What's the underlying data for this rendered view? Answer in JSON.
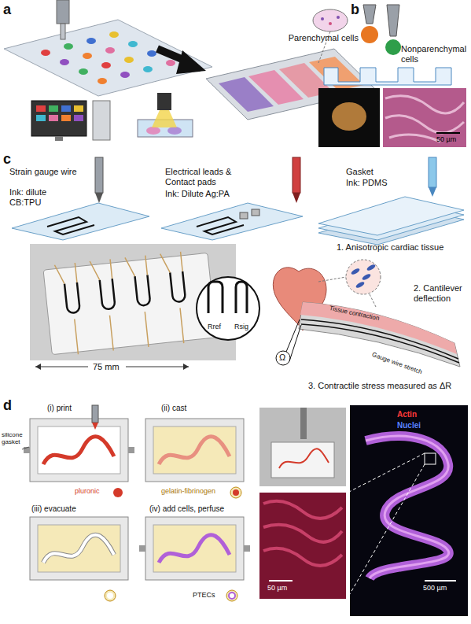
{
  "diagram": {
    "labels": [
      "a",
      "b",
      "Parenchymal cells",
      "Nonparenchymal cells",
      "50 µm",
      "c",
      "Strain gauge wire",
      "Ink: dilute CB:TPU",
      "Electrical leads & Contact pads",
      "Ink: Dilute Ag:PA",
      "Gasket",
      "Ink: PDMS",
      "75 mm",
      "Rref",
      "Rsig",
      "1. Anisotropic cardiac tissue",
      "2. Cantilever deflection",
      "Tissue contraction",
      "Gauge wire stretch",
      "3. Contractile stress measured as ΔR",
      "Ω",
      "d",
      "(i) print",
      "(ii) cast",
      "silicone gasket",
      "pluronic",
      "gelatin-fibrinogen",
      "(iii) evacuate",
      "(iv) add cells, perfuse",
      "PTECs",
      "50 µm",
      "Actin",
      "Nuclei",
      "500 µm"
    ]
  }
}
